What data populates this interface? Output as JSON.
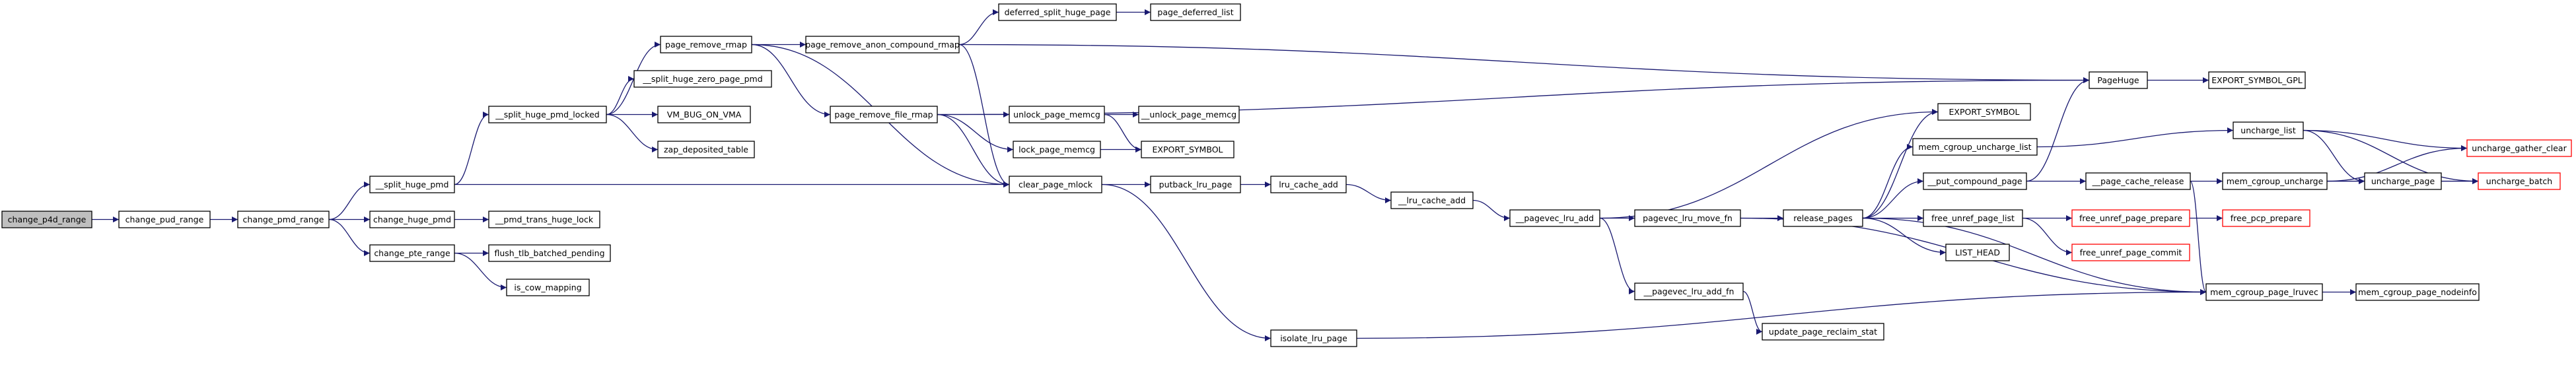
{
  "graph_title": "",
  "nodes": [
    {
      "id": "change_p4d_range",
      "label": "change_p4d_range",
      "style": "root"
    },
    {
      "id": "change_pud_range",
      "label": "change_pud_range",
      "style": "normal"
    },
    {
      "id": "change_pmd_range",
      "label": "change_pmd_range",
      "style": "normal"
    },
    {
      "id": "__split_huge_pmd",
      "label": "__split_huge_pmd",
      "style": "normal"
    },
    {
      "id": "change_huge_pmd",
      "label": "change_huge_pmd",
      "style": "normal"
    },
    {
      "id": "change_pte_range",
      "label": "change_pte_range",
      "style": "normal"
    },
    {
      "id": "__split_huge_pmd_locked",
      "label": "__split_huge_pmd_locked",
      "style": "normal"
    },
    {
      "id": "__pmd_trans_huge_lock",
      "label": "__pmd_trans_huge_lock",
      "style": "normal"
    },
    {
      "id": "flush_tlb_batched_pending",
      "label": "flush_tlb_batched_pending",
      "style": "normal"
    },
    {
      "id": "is_cow_mapping",
      "label": "is_cow_mapping",
      "style": "normal"
    },
    {
      "id": "page_remove_rmap",
      "label": "page_remove_rmap",
      "style": "normal"
    },
    {
      "id": "__split_huge_zero_page_pmd",
      "label": "__split_huge_zero_page_pmd",
      "style": "normal"
    },
    {
      "id": "VM_BUG_ON_VMA",
      "label": "VM_BUG_ON_VMA",
      "style": "normal"
    },
    {
      "id": "zap_deposited_table",
      "label": "zap_deposited_table",
      "style": "normal"
    },
    {
      "id": "page_remove_anon_compound_rmap",
      "label": "page_remove_anon_compound_rmap",
      "style": "normal"
    },
    {
      "id": "page_remove_file_rmap",
      "label": "page_remove_file_rmap",
      "style": "normal"
    },
    {
      "id": "clear_page_mlock",
      "label": "clear_page_mlock",
      "style": "normal"
    },
    {
      "id": "isolate_lru_page",
      "label": "isolate_lru_page",
      "style": "normal"
    },
    {
      "id": "deferred_split_huge_page",
      "label": "deferred_split_huge_page",
      "style": "normal"
    },
    {
      "id": "page_deferred_list",
      "label": "page_deferred_list",
      "style": "normal"
    },
    {
      "id": "unlock_page_memcg",
      "label": "unlock_page_memcg",
      "style": "normal"
    },
    {
      "id": "lock_page_memcg",
      "label": "lock_page_memcg",
      "style": "normal"
    },
    {
      "id": "__unlock_page_memcg",
      "label": "__unlock_page_memcg",
      "style": "normal"
    },
    {
      "id": "EXPORT_SYMBOL_mid",
      "label": "EXPORT_SYMBOL",
      "style": "normal"
    },
    {
      "id": "putback_lru_page",
      "label": "putback_lru_page",
      "style": "normal"
    },
    {
      "id": "lru_cache_add",
      "label": "lru_cache_add",
      "style": "normal"
    },
    {
      "id": "__lru_cache_add",
      "label": "__lru_cache_add",
      "style": "normal"
    },
    {
      "id": "__pagevec_lru_add",
      "label": "__pagevec_lru_add",
      "style": "normal"
    },
    {
      "id": "pagevec_lru_move_fn",
      "label": "pagevec_lru_move_fn",
      "style": "normal"
    },
    {
      "id": "__pagevec_lru_add_fn",
      "label": "__pagevec_lru_add_fn",
      "style": "normal"
    },
    {
      "id": "update_page_reclaim_stat",
      "label": "update_page_reclaim_stat",
      "style": "normal"
    },
    {
      "id": "release_pages",
      "label": "release_pages",
      "style": "normal"
    },
    {
      "id": "EXPORT_SYMBOL_right",
      "label": "EXPORT_SYMBOL",
      "style": "normal"
    },
    {
      "id": "mem_cgroup_uncharge_list",
      "label": "mem_cgroup_uncharge_list",
      "style": "normal"
    },
    {
      "id": "__put_compound_page",
      "label": "__put_compound_page",
      "style": "normal"
    },
    {
      "id": "free_unref_page_list",
      "label": "free_unref_page_list",
      "style": "normal"
    },
    {
      "id": "LIST_HEAD",
      "label": "LIST_HEAD",
      "style": "normal"
    },
    {
      "id": "PageHuge",
      "label": "PageHuge",
      "style": "normal"
    },
    {
      "id": "EXPORT_SYMBOL_GPL",
      "label": "EXPORT_SYMBOL_GPL",
      "style": "normal"
    },
    {
      "id": "uncharge_list",
      "label": "uncharge_list",
      "style": "normal"
    },
    {
      "id": "__page_cache_release",
      "label": "__page_cache_release",
      "style": "normal"
    },
    {
      "id": "free_unref_page_prepare",
      "label": "free_unref_page_prepare",
      "style": "red"
    },
    {
      "id": "free_unref_page_commit",
      "label": "free_unref_page_commit",
      "style": "red"
    },
    {
      "id": "free_pcp_prepare",
      "label": "free_pcp_prepare",
      "style": "red"
    },
    {
      "id": "mem_cgroup_uncharge",
      "label": "mem_cgroup_uncharge",
      "style": "normal"
    },
    {
      "id": "uncharge_page",
      "label": "uncharge_page",
      "style": "normal"
    },
    {
      "id": "uncharge_gather_clear",
      "label": "uncharge_gather_clear",
      "style": "red"
    },
    {
      "id": "uncharge_batch",
      "label": "uncharge_batch",
      "style": "red"
    },
    {
      "id": "mem_cgroup_page_lruvec",
      "label": "mem_cgroup_page_lruvec",
      "style": "normal"
    },
    {
      "id": "mem_cgroup_page_nodeinfo",
      "label": "mem_cgroup_page_nodeinfo",
      "style": "normal"
    }
  ],
  "edges": [
    [
      "change_p4d_range",
      "change_pud_range"
    ],
    [
      "change_pud_range",
      "change_pmd_range"
    ],
    [
      "change_pmd_range",
      "__split_huge_pmd"
    ],
    [
      "change_pmd_range",
      "change_huge_pmd"
    ],
    [
      "change_pmd_range",
      "change_pte_range"
    ],
    [
      "change_huge_pmd",
      "__pmd_trans_huge_lock"
    ],
    [
      "change_pte_range",
      "flush_tlb_batched_pending"
    ],
    [
      "change_pte_range",
      "is_cow_mapping"
    ],
    [
      "__split_huge_pmd",
      "__split_huge_pmd_locked"
    ],
    [
      "__split_huge_pmd",
      "clear_page_mlock"
    ],
    [
      "__split_huge_pmd_locked",
      "page_remove_rmap"
    ],
    [
      "__split_huge_pmd_locked",
      "__split_huge_zero_page_pmd"
    ],
    [
      "__split_huge_pmd_locked",
      "VM_BUG_ON_VMA"
    ],
    [
      "__split_huge_pmd_locked",
      "zap_deposited_table"
    ],
    [
      "page_remove_rmap",
      "page_remove_anon_compound_rmap"
    ],
    [
      "page_remove_rmap",
      "page_remove_file_rmap"
    ],
    [
      "page_remove_rmap",
      "clear_page_mlock"
    ],
    [
      "page_remove_anon_compound_rmap",
      "deferred_split_huge_page"
    ],
    [
      "page_remove_anon_compound_rmap",
      "PageHuge"
    ],
    [
      "page_remove_anon_compound_rmap",
      "clear_page_mlock"
    ],
    [
      "deferred_split_huge_page",
      "page_deferred_list"
    ],
    [
      "page_remove_file_rmap",
      "PageHuge"
    ],
    [
      "page_remove_file_rmap",
      "unlock_page_memcg"
    ],
    [
      "page_remove_file_rmap",
      "lock_page_memcg"
    ],
    [
      "page_remove_file_rmap",
      "clear_page_mlock"
    ],
    [
      "unlock_page_memcg",
      "__unlock_page_memcg"
    ],
    [
      "unlock_page_memcg",
      "EXPORT_SYMBOL_mid"
    ],
    [
      "lock_page_memcg",
      "EXPORT_SYMBOL_mid"
    ],
    [
      "clear_page_mlock",
      "putback_lru_page"
    ],
    [
      "clear_page_mlock",
      "isolate_lru_page"
    ],
    [
      "putback_lru_page",
      "lru_cache_add"
    ],
    [
      "lru_cache_add",
      "__lru_cache_add"
    ],
    [
      "__lru_cache_add",
      "__pagevec_lru_add"
    ],
    [
      "__pagevec_lru_add",
      "pagevec_lru_move_fn"
    ],
    [
      "__pagevec_lru_add",
      "__pagevec_lru_add_fn"
    ],
    [
      "__pagevec_lru_add",
      "EXPORT_SYMBOL_right"
    ],
    [
      "__pagevec_lru_add_fn",
      "update_page_reclaim_stat"
    ],
    [
      "pagevec_lru_move_fn",
      "release_pages"
    ],
    [
      "pagevec_lru_move_fn",
      "mem_cgroup_page_lruvec"
    ],
    [
      "release_pages",
      "EXPORT_SYMBOL_right"
    ],
    [
      "release_pages",
      "mem_cgroup_uncharge_list"
    ],
    [
      "release_pages",
      "__put_compound_page"
    ],
    [
      "release_pages",
      "free_unref_page_list"
    ],
    [
      "release_pages",
      "LIST_HEAD"
    ],
    [
      "release_pages",
      "mem_cgroup_page_lruvec"
    ],
    [
      "mem_cgroup_uncharge_list",
      "uncharge_list"
    ],
    [
      "__put_compound_page",
      "PageHuge"
    ],
    [
      "__put_compound_page",
      "__page_cache_release"
    ],
    [
      "free_unref_page_list",
      "free_unref_page_prepare"
    ],
    [
      "free_unref_page_list",
      "free_unref_page_commit"
    ],
    [
      "free_unref_page_prepare",
      "free_pcp_prepare"
    ],
    [
      "PageHuge",
      "EXPORT_SYMBOL_GPL"
    ],
    [
      "uncharge_list",
      "uncharge_page"
    ],
    [
      "uncharge_list",
      "uncharge_gather_clear"
    ],
    [
      "uncharge_list",
      "uncharge_batch"
    ],
    [
      "__page_cache_release",
      "mem_cgroup_uncharge"
    ],
    [
      "__page_cache_release",
      "mem_cgroup_page_lruvec"
    ],
    [
      "mem_cgroup_uncharge",
      "uncharge_page"
    ],
    [
      "mem_cgroup_uncharge",
      "uncharge_gather_clear"
    ],
    [
      "mem_cgroup_uncharge",
      "uncharge_batch"
    ],
    [
      "uncharge_page",
      "uncharge_batch"
    ],
    [
      "mem_cgroup_page_lruvec",
      "mem_cgroup_page_nodeinfo"
    ],
    [
      "isolate_lru_page",
      "mem_cgroup_page_lruvec"
    ]
  ]
}
